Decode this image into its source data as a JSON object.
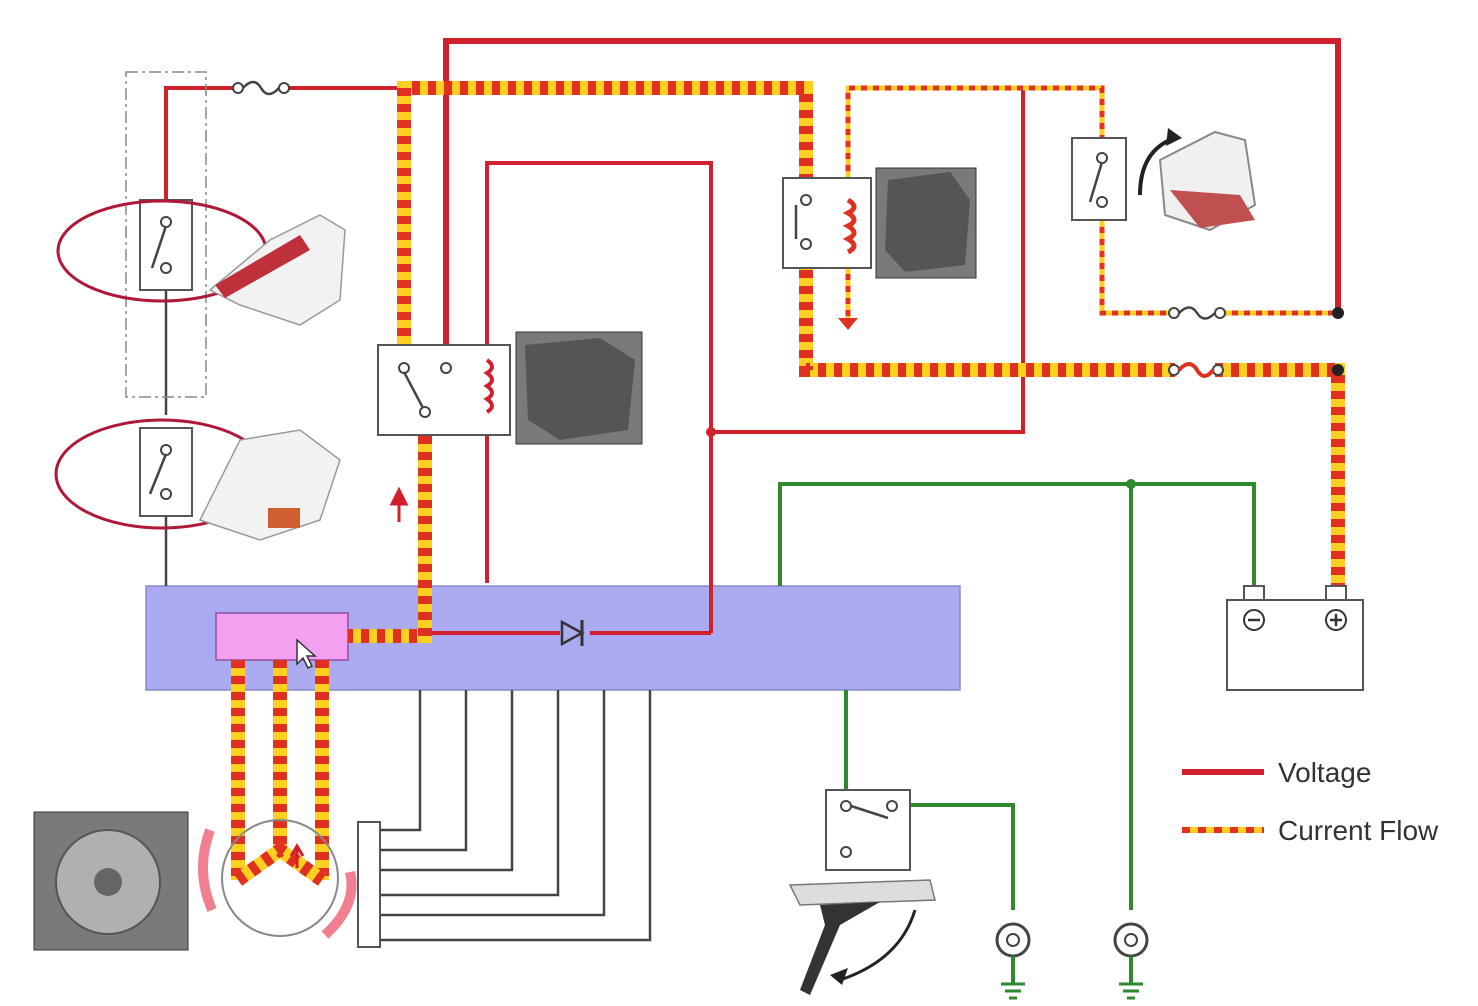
{
  "legend": {
    "voltage_label": "Voltage",
    "current_label": "Current Flow"
  },
  "colors": {
    "voltage": "#d0202e",
    "current_flow_a": "#ffcf1f",
    "current_flow_b": "#e03020",
    "ground_wire": "#2f8a2f",
    "ecu_body": "#aaaaf0",
    "ecu_module": "#f4a0f0",
    "signal_wire": "#444444"
  },
  "components": [
    {
      "name": "main-fuse",
      "icon": "fuse-icon"
    },
    {
      "name": "kill-switch",
      "icon": "switch-icon"
    },
    {
      "name": "start-button",
      "icon": "switch-icon"
    },
    {
      "name": "starter-relay",
      "icon": "relay-icon"
    },
    {
      "name": "fuel-pump-relay",
      "icon": "relay-icon"
    },
    {
      "name": "clutch-switch",
      "icon": "switch-icon"
    },
    {
      "name": "ecu",
      "icon": "control-unit-icon"
    },
    {
      "name": "diode",
      "icon": "diode-icon"
    },
    {
      "name": "battery",
      "icon": "battery-icon"
    },
    {
      "name": "sidestand-switch",
      "icon": "switch-icon"
    },
    {
      "name": "alternator",
      "icon": "stator-icon"
    },
    {
      "name": "ground-terminal",
      "icon": "ground-icon"
    }
  ]
}
